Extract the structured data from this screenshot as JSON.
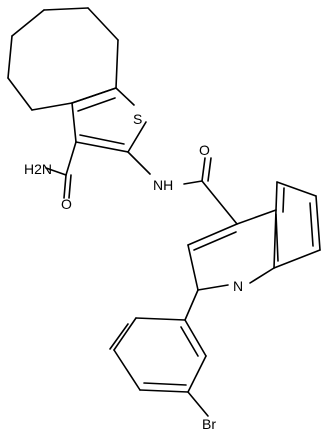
{
  "molecule": {
    "atoms": {
      "s": "S",
      "nh2": "H2N",
      "o_amide": "O",
      "nh": "NH",
      "o_carbonyl": "O",
      "n_quinoline": "N",
      "br": "Br"
    }
  }
}
